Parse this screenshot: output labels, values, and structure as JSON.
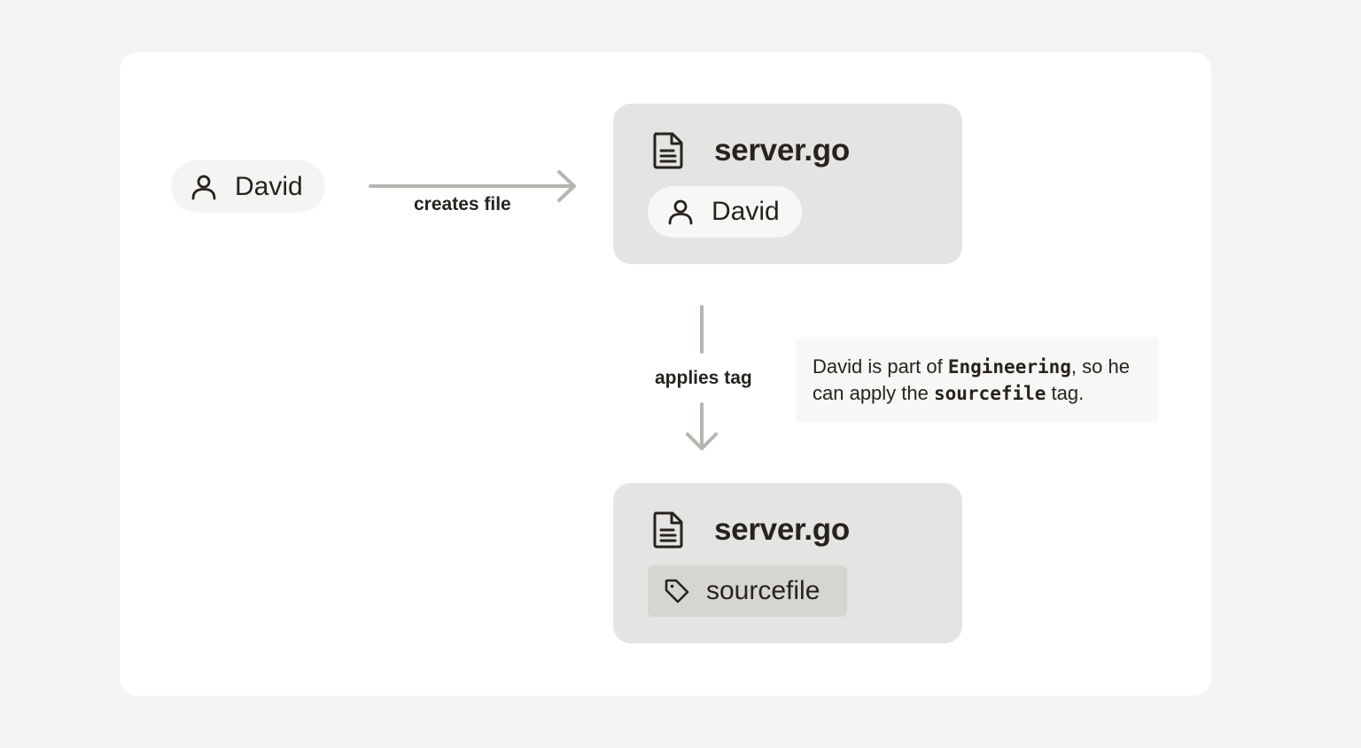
{
  "actor": {
    "name": "David",
    "icon": "user-icon"
  },
  "edges": {
    "creates": {
      "label": "creates file"
    },
    "applies": {
      "label": "applies tag"
    }
  },
  "file_top": {
    "filename": "server.go",
    "icon": "file-icon",
    "owner": {
      "name": "David",
      "icon": "user-icon"
    }
  },
  "file_bottom": {
    "filename": "server.go",
    "icon": "file-icon",
    "tag": {
      "label": "sourcefile",
      "icon": "tag-icon"
    }
  },
  "note": {
    "t1": "David is part of ",
    "code1": "Engineering",
    "t2": ", so he can apply the ",
    "code2": "sourcefile",
    "t3": " tag."
  },
  "colors": {
    "page_bg": "#f4f3f1",
    "card_bg": "#ffffff",
    "file_box_bg": "#e5e4e2",
    "tag_chip_bg": "#d7d5d1",
    "arrow": "#b8b4af",
    "text": "#26231f"
  }
}
